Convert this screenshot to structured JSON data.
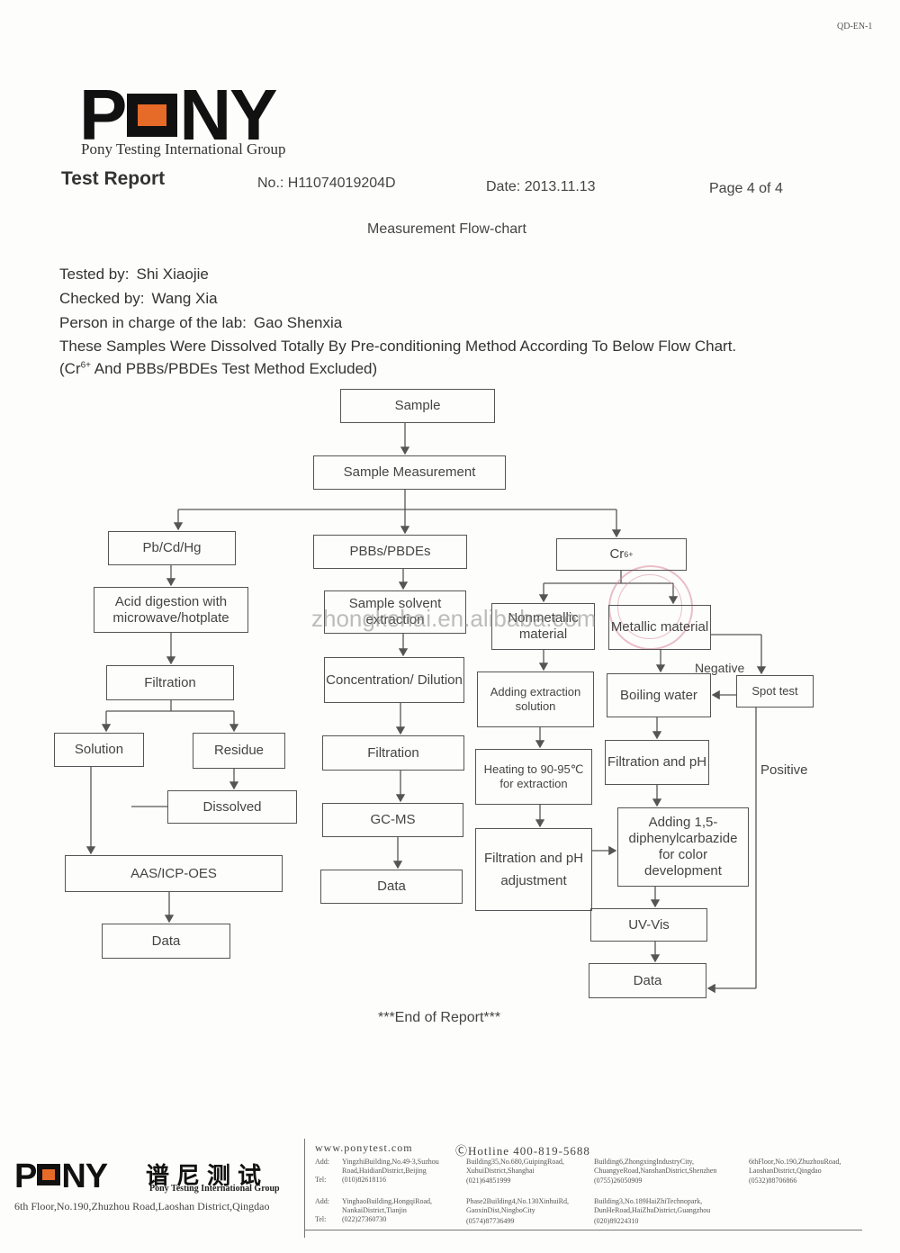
{
  "doc_code": "QD-EN-1",
  "logo": {
    "letters_left": "P",
    "letters_right": "NY"
  },
  "group_name": "Pony Testing International Group",
  "report": {
    "title": "Test Report",
    "no": "No.:  H11074019204D",
    "date": "Date:  2013.11.13",
    "page": "Page 4 of 4"
  },
  "flow_title": "Measurement Flow-chart",
  "info": {
    "tested_label": "Tested by:",
    "tested_value": "Shi Xiaojie",
    "checked_label": "Checked by:",
    "checked_value": "Wang Xia",
    "person_label": "Person in charge of the lab:",
    "person_value": "Gao Shenxia",
    "line4": "These Samples Were Dissolved Totally By Pre-conditioning Method According To Below Flow Chart.",
    "line5_pre": "(Cr",
    "line5_sup": "6+",
    "line5_post": " And PBBs/PBDEs Test Method Excluded)"
  },
  "flow": {
    "sample": "Sample",
    "sample_measurement": "Sample Measurement",
    "pbcdhg": "Pb/Cd/Hg",
    "acid": "Acid  digestion  with microwave/hotplate",
    "filtration1": "Filtration",
    "solution": "Solution",
    "residue": "Residue",
    "dissolved": "Dissolved",
    "aas": "AAS/ICP-OES",
    "data1": "Data",
    "pbbs": "PBBs/PBDEs",
    "solvent": "Sample solvent extraction",
    "concentration": "Concentration/ Dilution",
    "filtration2": "Filtration",
    "gcms": "GC-MS",
    "data2": "Data",
    "cr_pre": "Cr",
    "cr_sup": "6+",
    "nonmetallic": "Nonmetallic material",
    "metallic": "Metallic material",
    "adding_extraction": "Adding extraction solution",
    "heating": "Heating to 90-95℃ for extraction",
    "filtration_ph_adj": "Filtration and pH adjustment",
    "boiling": "Boiling water",
    "spot_test": "Spot test",
    "negative": "Negative",
    "positive": "Positive",
    "filtration_ph": "Filtration and pH",
    "adding_dpc": "Adding 1,5-diphenylcarbazide for color development",
    "uvvis": "UV-Vis",
    "data3": "Data"
  },
  "watermark": "zhongkehai.en.alibaba.com",
  "end_report": "***End of Report***",
  "footer": {
    "logo_cn": "谱尼测试",
    "logo_group": "Pony Testing International Group",
    "address": "6th Floor,No.190,Zhuzhou Road,Laoshan District,Qingdao",
    "website": "www.ponytest.com",
    "hotline": "ⒸHotline 400-819-5688",
    "add_label": "Add:",
    "tel_label": "Tel:",
    "b1_add": "YingzhiBuilding,No.49-3,Suzhou Road,HaidianDistrict,Beijing",
    "b1_tel": "(010)82618116",
    "b2_add": "Building35,No.680,GuipingRoad, XuhuiDistrict,Shanghai",
    "b2_tel": "(021)64851999",
    "b3_add": "Building6,ZhongxingIndustryCity, ChuangyeRoad,NanshanDistrict,Shenzhen",
    "b3_tel": "(0755)26050909",
    "b4_add": "6thFloor,No.190,ZhuzhouRoad, LaoshanDistrict,Qingdao",
    "b4_tel": "(0532)88706866",
    "b5_add": "YinghaoBuilding,HongqiRoad, NankaiDistrict,Tianjin",
    "b5_tel": "(022)27360730",
    "b6_add": "Phase2Building4,No.130XinhuiRd, GaoxinDist,NingboCity",
    "b6_tel": "(0574)87736499",
    "b7_add": "Building3,No.189HaiZhiTechnopark, DunHeRoad,HaiZhuDistrict,Guangzhou",
    "b7_tel": "(020)89224310"
  }
}
